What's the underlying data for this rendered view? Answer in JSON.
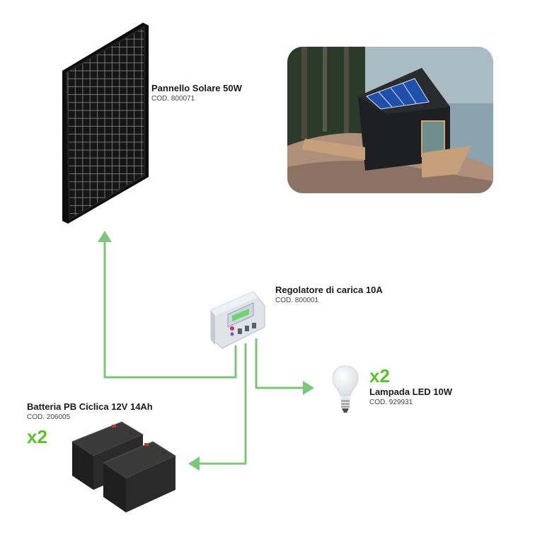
{
  "panel": {
    "title": "Pannello Solare 50W",
    "code": "COD. 800071"
  },
  "regulator": {
    "title": "Regolatore di carica 10A",
    "code": "COD. 800001"
  },
  "lamp": {
    "title": "Lampada LED 10W",
    "code": "COD. 929931",
    "qty": "x2"
  },
  "battery": {
    "title": "Batteria PB Ciclica 12V 14Ah",
    "code": "COD. 206005",
    "qty": "x2"
  },
  "colors": {
    "wire": "#7dc679",
    "qty": "#5cc12e"
  }
}
